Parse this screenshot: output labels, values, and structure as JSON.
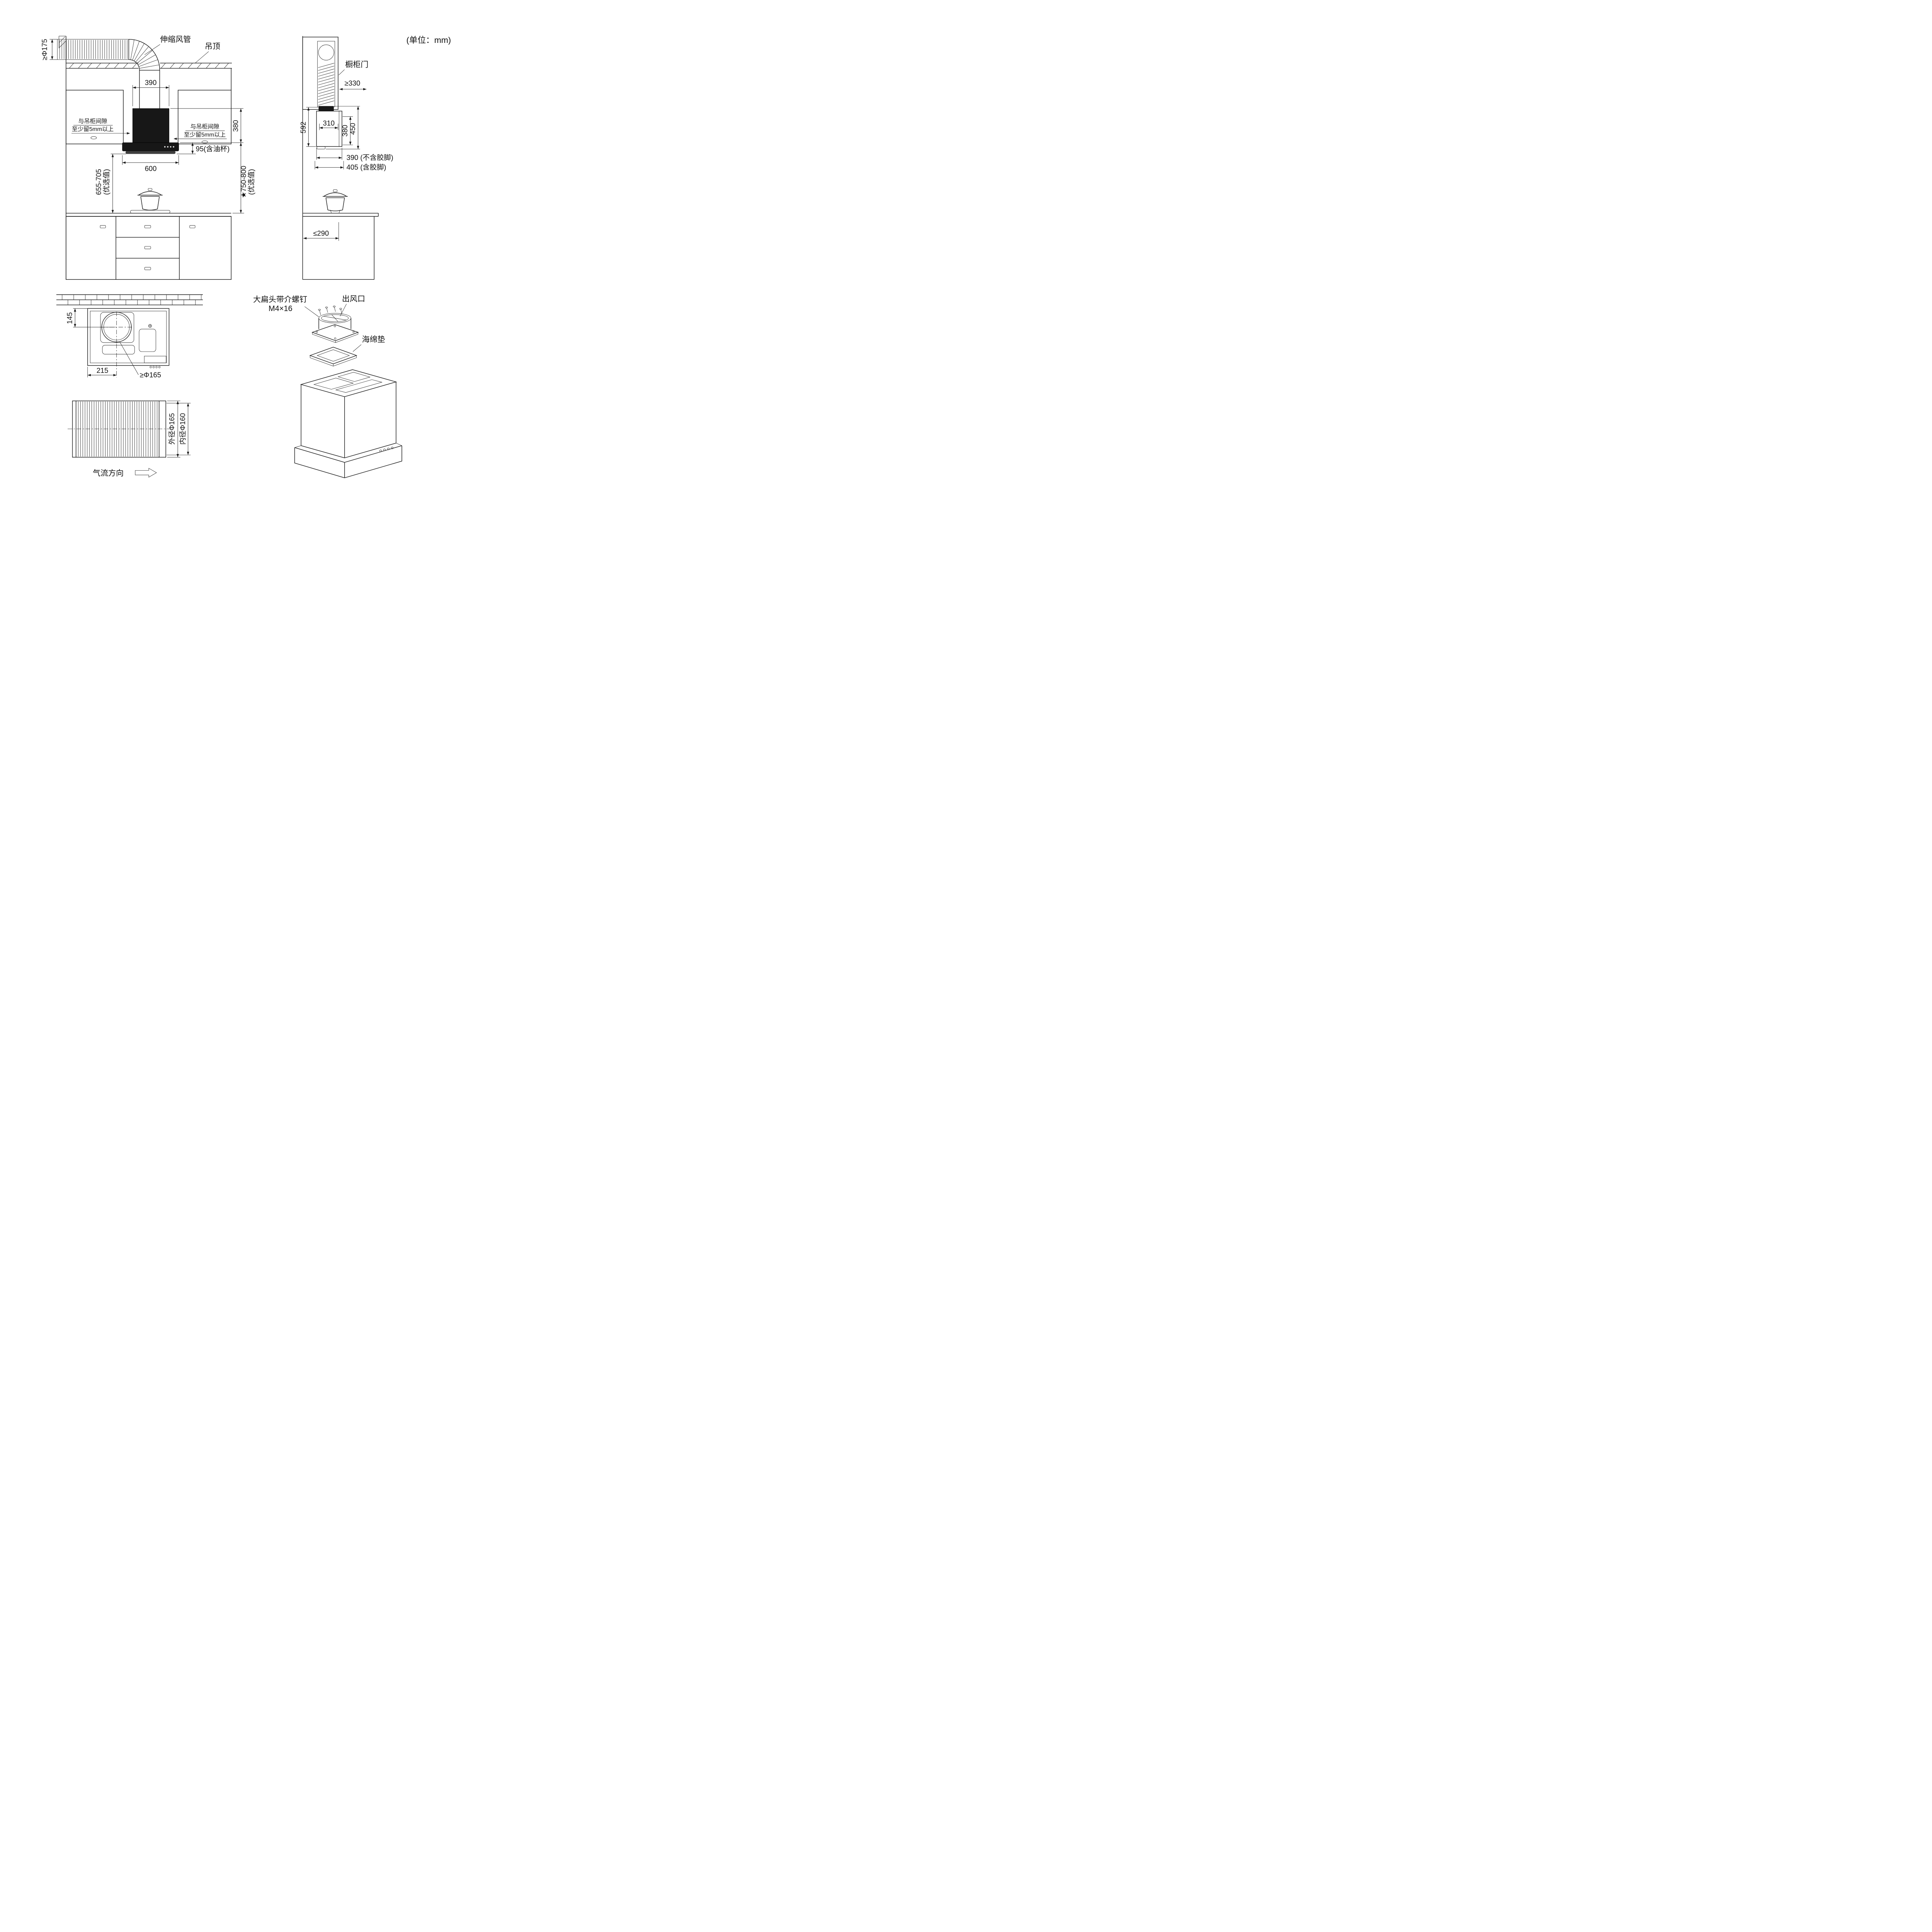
{
  "meta": {
    "unit_note": "(单位：mm)"
  },
  "front_view": {
    "labels": {
      "duct": "伸缩风管",
      "ceiling": "吊顶"
    },
    "gap_note": {
      "line1": "与吊柜间隙",
      "line2": "至少留5mm以上"
    },
    "dims": {
      "duct_dia": "≥Φ175",
      "chimney_width": "390",
      "hood_height": "380",
      "oil_cup": "95(含油杯)",
      "hood_width": "600",
      "left_range": "655-705",
      "left_note": "(优选值)",
      "right_range": "★750-800",
      "right_note": "(优选值)"
    }
  },
  "side_view": {
    "labels": {
      "cabinet_door": "橱柜门"
    },
    "dims": {
      "door_min": "≥330",
      "d592": "592",
      "d310": "310",
      "d380": "380",
      "d450": "450",
      "depth_no_feet": "390 (不含胶脚)",
      "depth_feet": "405 (含胶脚)",
      "counter_max": "≤290"
    }
  },
  "top_view": {
    "dims": {
      "back_offset": "145",
      "side_offset": "215",
      "hole_min": "≥Φ165"
    }
  },
  "duct_detail": {
    "dims": {
      "outer": "外径Φ165",
      "inner": "内径Φ160"
    },
    "labels": {
      "airflow": "气流方向"
    }
  },
  "exploded_view": {
    "labels": {
      "screw_line1": "大扁头带介螺钉",
      "screw_line2": "M4×16",
      "outlet": "出风口",
      "sponge": "海绵垫"
    }
  }
}
